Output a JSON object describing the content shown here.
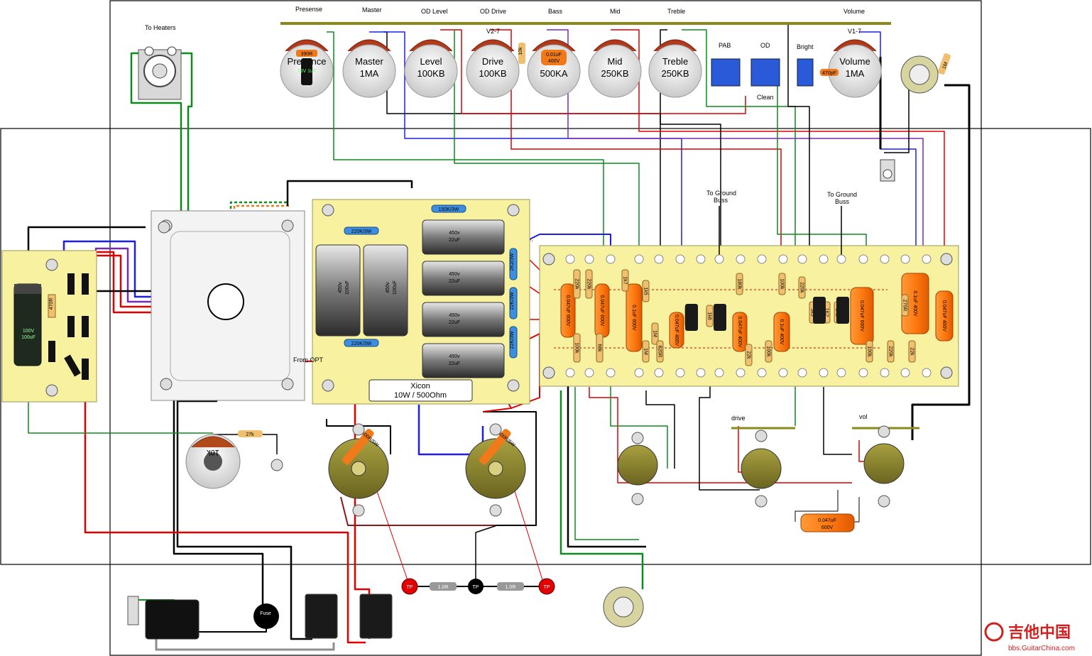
{
  "pot_headers": [
    "Presense",
    "Master",
    "OD Level",
    "OD Drive",
    "Bass",
    "Mid",
    "Treble",
    "Volume"
  ],
  "pots": [
    {
      "name": "Presence",
      "value": ""
    },
    {
      "name": "Master",
      "value": "1MA"
    },
    {
      "name": "Level",
      "value": "100KB"
    },
    {
      "name": "Drive",
      "value": "100KB"
    },
    {
      "name": "Bass",
      "value": "500KA"
    },
    {
      "name": "Mid",
      "value": "250KB"
    },
    {
      "name": "Treble",
      "value": "250KB"
    },
    {
      "name": "Volume",
      "value": "1MA"
    }
  ],
  "switch_labels": {
    "pab": "PAB",
    "od": "OD",
    "clean": "Clean",
    "bright": "Bright"
  },
  "tube_labels": {
    "v2": "V2-7",
    "v1": "V1-7"
  },
  "labels": {
    "to_heaters": "To Heaters",
    "to_ground_1": "To Ground",
    "buss_1": "Buss",
    "to_ground_2": "To Ground",
    "buss_2": "Buss",
    "from_opt": "From OPT",
    "xicon_1": "Xicon",
    "xicon_2": "10W / 500Ohm",
    "drive": "drive",
    "vol": "vol",
    "fuse": "Fuse",
    "pot_10k": "10k",
    "res_27k": "27k"
  },
  "filter_caps": {
    "voltage": "450v",
    "capacitance": "100uF"
  },
  "small_filter_caps": {
    "voltage": "450v",
    "capacitance": "22uF"
  },
  "rectifier_cap": {
    "voltage": "100V",
    "capacitance": "100uF"
  },
  "resistors_psu": {
    "r1": "220K/3W",
    "r2": "220K/3W",
    "r3": "150K/3W",
    "r4": "2K2/3W",
    "r5": "22K/3W",
    "r6": "22K/3W"
  },
  "test_points": {
    "tp": "TP",
    "r1": "1.0R",
    "r2": "1.0R"
  },
  "bias_resistors": {
    "r1": "500R/5W",
    "r2": "500R/5W"
  },
  "misc_parts": {
    "presence_r": "390R",
    "presence_c": "25V 1uF",
    "bass_cap_v": "400V",
    "bass_cap_c": "0.01uF",
    "drive_r": "10k",
    "bright_cap": "470pF",
    "jack_r": "1M",
    "rect_r": "470R"
  },
  "bottom_cap": {
    "c": "0.047uF",
    "v": "600V"
  },
  "turret_parts": [
    "0.047uF 600V",
    "220k",
    "220k",
    "0.047uF 600V",
    "100k",
    "68k",
    "0.1uF 600V",
    "1k7",
    "1M",
    "1k5",
    "1M",
    "820R",
    "0.047uF 400V",
    "2k7",
    "1k8",
    "180k",
    "0.047uF 400V",
    "22k",
    "0.1uF 400V",
    "100k",
    "220k",
    "1K2",
    "3k3",
    "0.047uF 600V",
    "100k",
    "2k2",
    "220k",
    "0.1uF 400V",
    "22k",
    "0.047uF 400V",
    "270R",
    "100k"
  ],
  "watermark": {
    "brand": "吉他中国",
    "url": "bbs.GuitarChina.com"
  },
  "colors": {
    "board": "#f7f1a0",
    "red": "#e10000",
    "green": "#0f8a1f",
    "blue": "#1d1df0",
    "black": "#000000",
    "purple": "#7a2ab0",
    "orange": "#f07a1a",
    "darkred": "#8a1a1a",
    "gray": "#8f8f8f"
  }
}
